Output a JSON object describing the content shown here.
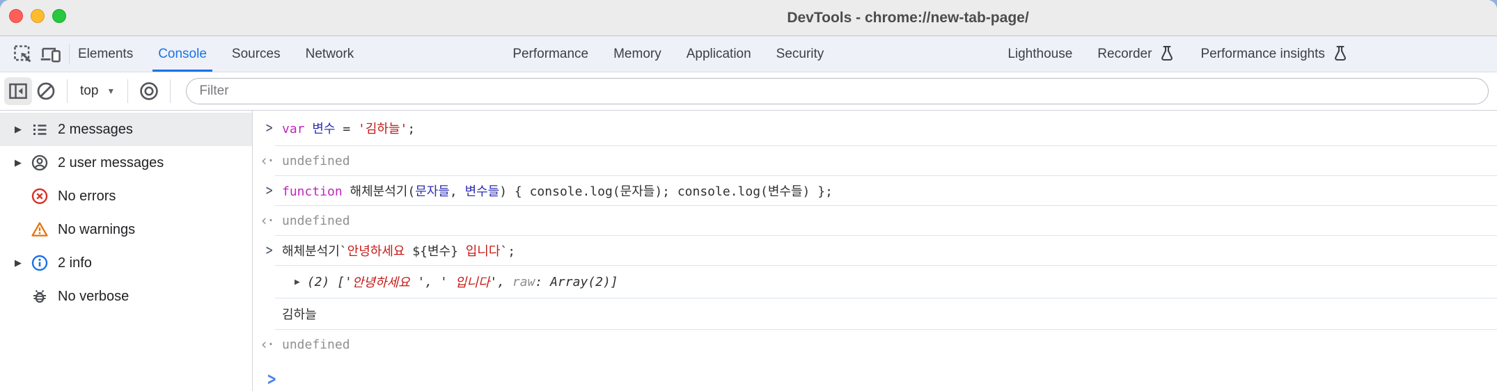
{
  "window": {
    "title": "DevTools - chrome://new-tab-page/"
  },
  "traffic_lights": [
    {
      "key": "close",
      "color": "#ff5f58"
    },
    {
      "key": "minimize",
      "color": "#febb2e"
    },
    {
      "key": "zoom",
      "color": "#28c841"
    }
  ],
  "tabbar": {
    "icons": [
      {
        "key": "inspect-element-icon"
      },
      {
        "key": "device-toolbar-icon"
      }
    ],
    "tabs": [
      {
        "label": "Elements",
        "active": false
      },
      {
        "label": "Console",
        "active": true
      },
      {
        "label": "Sources",
        "active": false
      },
      {
        "label": "Network",
        "active": false
      },
      {
        "label": "Performance",
        "active": false,
        "group_start": 1
      },
      {
        "label": "Memory",
        "active": false
      },
      {
        "label": "Application",
        "active": false
      },
      {
        "label": "Security",
        "active": false
      },
      {
        "label": "Lighthouse",
        "active": false,
        "group_start": 2
      },
      {
        "label": "Recorder",
        "active": false,
        "experiment": true
      },
      {
        "label": "Performance insights",
        "active": false,
        "experiment": true
      }
    ],
    "accent_color": "#1a73e8"
  },
  "toolbar": {
    "buttons": [
      {
        "key": "console-sidebar-toggle-icon",
        "active": true
      },
      {
        "key": "clear-console-icon",
        "active": false
      }
    ],
    "context_selector": {
      "value": "top",
      "caret": "▼"
    },
    "live_expression": {
      "key": "eye-icon"
    },
    "filter": {
      "placeholder": "Filter",
      "value": ""
    }
  },
  "sidebar": {
    "items": [
      {
        "key": "messages",
        "label": "2 messages",
        "icon": "list-icon",
        "expandable": true,
        "selected": true
      },
      {
        "key": "user-messages",
        "label": "2 user messages",
        "icon": "user-icon",
        "expandable": true,
        "selected": false
      },
      {
        "key": "errors",
        "label": "No errors",
        "icon": "error-icon",
        "expandable": false,
        "selected": false
      },
      {
        "key": "warnings",
        "label": "No warnings",
        "icon": "warning-icon",
        "expandable": false,
        "selected": false
      },
      {
        "key": "info",
        "label": "2 info",
        "icon": "info-icon",
        "expandable": true,
        "selected": false
      },
      {
        "key": "verbose",
        "label": "No verbose",
        "icon": "bug-icon",
        "expandable": false,
        "selected": false
      }
    ],
    "status_colors": {
      "error": "#d93025",
      "warning": "#e8710a",
      "info": "#1a73e8"
    }
  },
  "console": {
    "messages": [
      {
        "kind": "input",
        "first": true,
        "tokens": [
          {
            "t": "var",
            "c": "kw"
          },
          {
            "t": " ",
            "c": "d"
          },
          {
            "t": "변수",
            "c": "vr"
          },
          {
            "t": " = ",
            "c": "d"
          },
          {
            "t": "'김하늘'",
            "c": "str"
          },
          {
            "t": ";",
            "c": "d"
          }
        ]
      },
      {
        "kind": "result",
        "tokens": [
          {
            "t": "undefined",
            "c": "und"
          }
        ]
      },
      {
        "kind": "input",
        "tokens": [
          {
            "t": "function",
            "c": "kw"
          },
          {
            "t": " 해체분석기(",
            "c": "d"
          },
          {
            "t": "문자들",
            "c": "vr"
          },
          {
            "t": ", ",
            "c": "d"
          },
          {
            "t": "변수들",
            "c": "vr"
          },
          {
            "t": ") { console.log(문자들); console.log(변수들) };",
            "c": "d"
          }
        ]
      },
      {
        "kind": "result",
        "tokens": [
          {
            "t": "undefined",
            "c": "und"
          }
        ]
      },
      {
        "kind": "input",
        "tokens": [
          {
            "t": "해체분석기`",
            "c": "d"
          },
          {
            "t": "안녕하세요 ",
            "c": "str"
          },
          {
            "t": "${변수} ",
            "c": "d"
          },
          {
            "t": "입니다",
            "c": "str"
          },
          {
            "t": "`;",
            "c": "d"
          }
        ]
      },
      {
        "kind": "array",
        "expandable": true,
        "tokens": [
          {
            "t": "(2) ['",
            "c": "d"
          },
          {
            "t": "안녕하세요 ",
            "c": "str"
          },
          {
            "t": "', '",
            "c": "d"
          },
          {
            "t": " 입니다",
            "c": "str"
          },
          {
            "t": "', ",
            "c": "d"
          },
          {
            "t": "raw",
            "c": "gray"
          },
          {
            "t": ": Array(2)]",
            "c": "d"
          }
        ]
      },
      {
        "kind": "log",
        "tokens": [
          {
            "t": "김하늘",
            "c": "d"
          }
        ]
      },
      {
        "kind": "result",
        "noborder": true,
        "tokens": [
          {
            "t": "undefined",
            "c": "und"
          }
        ]
      },
      {
        "kind": "prompt",
        "tokens": []
      }
    ],
    "gutter_glyphs": {
      "input": ">",
      "result": "‹·",
      "prompt": ">",
      "expand": "▶",
      "collapse_tri": "▶"
    },
    "token_colors": {
      "keyword": "#bd27bd",
      "variable": "#2f2fb2",
      "string": "#c41a16",
      "default": "#303030",
      "undefined": "#8f8f8f",
      "property": "#8a8d91"
    },
    "separator_color": "#d9e3f4"
  }
}
